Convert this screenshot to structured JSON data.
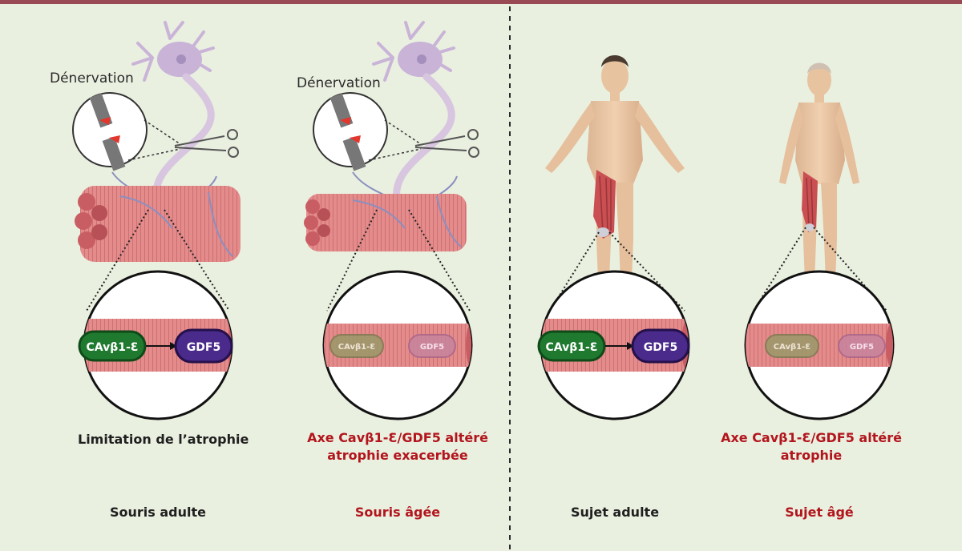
{
  "colors": {
    "background": "#e9f0e0",
    "top_bar": "#9a4a55",
    "muscle": "#e58f8f",
    "muscle_dark": "#c85d63",
    "neuron": "#c9b4d8",
    "pill_green": "#1f7a2f",
    "pill_purple": "#4a2a8a",
    "label_red": "#b3151d",
    "label_dark": "#1f1f1f"
  },
  "panels": [
    {
      "title": "Souris adulte",
      "title_color": "dark",
      "caption_lines": [
        "Limitation de l’atrophie"
      ],
      "caption_color": "dark",
      "denervation_label": "Dénervation",
      "pill_left": "CAvβ1-Ɛ",
      "pill_right": "GDF5",
      "axis_active": true
    },
    {
      "title": "Souris âgée",
      "title_color": "red",
      "caption_lines": [
        "Axe Cavβ1-Ɛ/GDF5 altéré",
        "atrophie exacerbée"
      ],
      "caption_color": "red",
      "denervation_label": "Dénervation",
      "pill_left": "CAvβ1-Ɛ",
      "pill_right": "GDF5",
      "axis_active": false
    },
    {
      "title": "Sujet adulte",
      "title_color": "dark",
      "caption_lines": [],
      "caption_color": "dark",
      "pill_left": "CAvβ1-Ɛ",
      "pill_right": "GDF5",
      "axis_active": true
    },
    {
      "title": "Sujet âgé",
      "title_color": "red",
      "caption_lines": [
        "Axe Cavβ1-Ɛ/GDF5 altéré",
        "atrophie"
      ],
      "caption_color": "red",
      "pill_left": "CAvβ1-Ɛ",
      "pill_right": "GDF5",
      "axis_active": false
    }
  ]
}
